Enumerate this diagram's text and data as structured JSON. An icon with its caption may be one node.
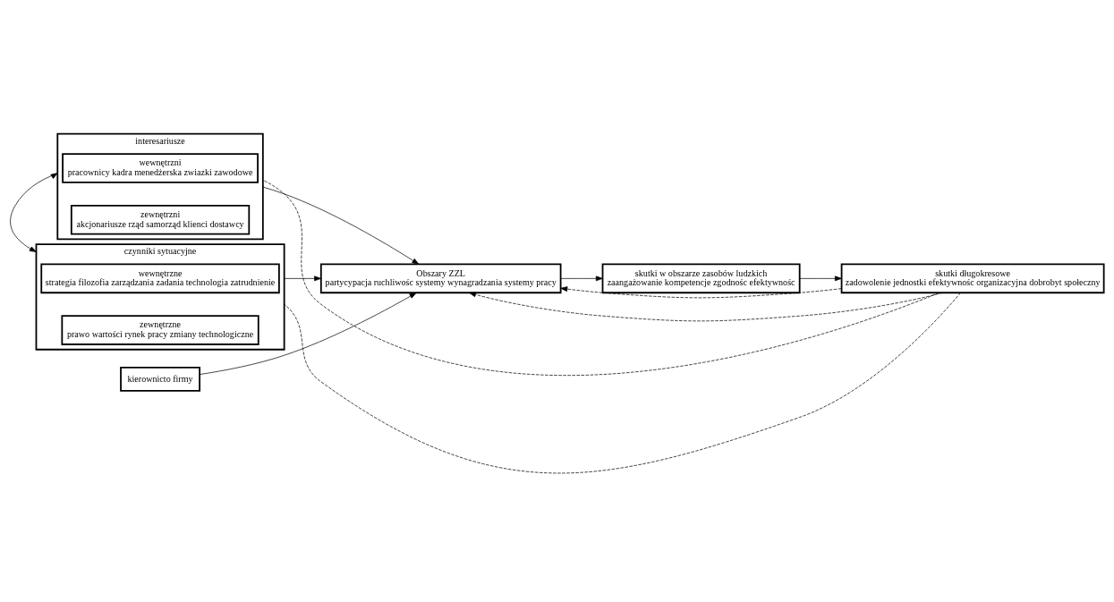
{
  "diagram": {
    "nodes": [
      {
        "text": [
          "interesariusze"
        ]
      },
      {
        "text": [
          "wewnętrzni",
          "pracownicy kadra menedżerska zwiazki zawodowe"
        ],
        "in": 0
      },
      {
        "text": [
          "zewnętrzni",
          "akcjonariusze rząd samorząd klienci dostawcy"
        ],
        "in": 0
      },
      {
        "text": [
          "kierownicto firmy"
        ]
      },
      {
        "text": [
          "czynniki sytuacyjne"
        ]
      },
      {
        "text": [
          "wewnętrzne",
          "strategia filozofia zarządzania zadania technologia zatrudnienie"
        ],
        "in": 4
      },
      {
        "text": [
          "zewnętrzne",
          "prawo wartości rynek pracy zmiany technologiczne"
        ],
        "in": 4
      },
      {
        "text": [
          "Obszary ZZL",
          "partycypacja ruchliwośc systemy wynagradzania systemy pracy"
        ]
      },
      {
        "text": [
          "skutki w obszarze zasobów ludzkich",
          "zaangażowanie kompetencje zgodnośc efektywnośc"
        ]
      },
      {
        "text": [
          "skutki długokresowe",
          "zadowolenie jednostki efektywnośc organizacyjna dobrobyt społeczny"
        ]
      }
    ],
    "edges": [
      {
        "from": 0,
        "to": 4,
        "arrow": "both"
      },
      {
        "from": 0,
        "to": 7,
        "arrow": "to"
      },
      {
        "from": 3,
        "to": 7,
        "arrow": "to"
      },
      {
        "from": 4,
        "to": 7,
        "arrow": "to"
      },
      {
        "from": 7,
        "to": 8,
        "arrow": "to"
      },
      {
        "from": 8,
        "to": 9,
        "arrow": "to"
      },
      {
        "from": 9,
        "to": 7,
        "arrow": "to",
        "style": "dashed"
      },
      {
        "from": 9,
        "to": 0,
        "arrow": "none",
        "style": "dashed"
      },
      {
        "from": 9,
        "to": 7,
        "arrow": "to",
        "style": "dashed"
      },
      {
        "from": 9,
        "to": 4,
        "arrow": "none",
        "style": "dashed"
      }
    ]
  }
}
